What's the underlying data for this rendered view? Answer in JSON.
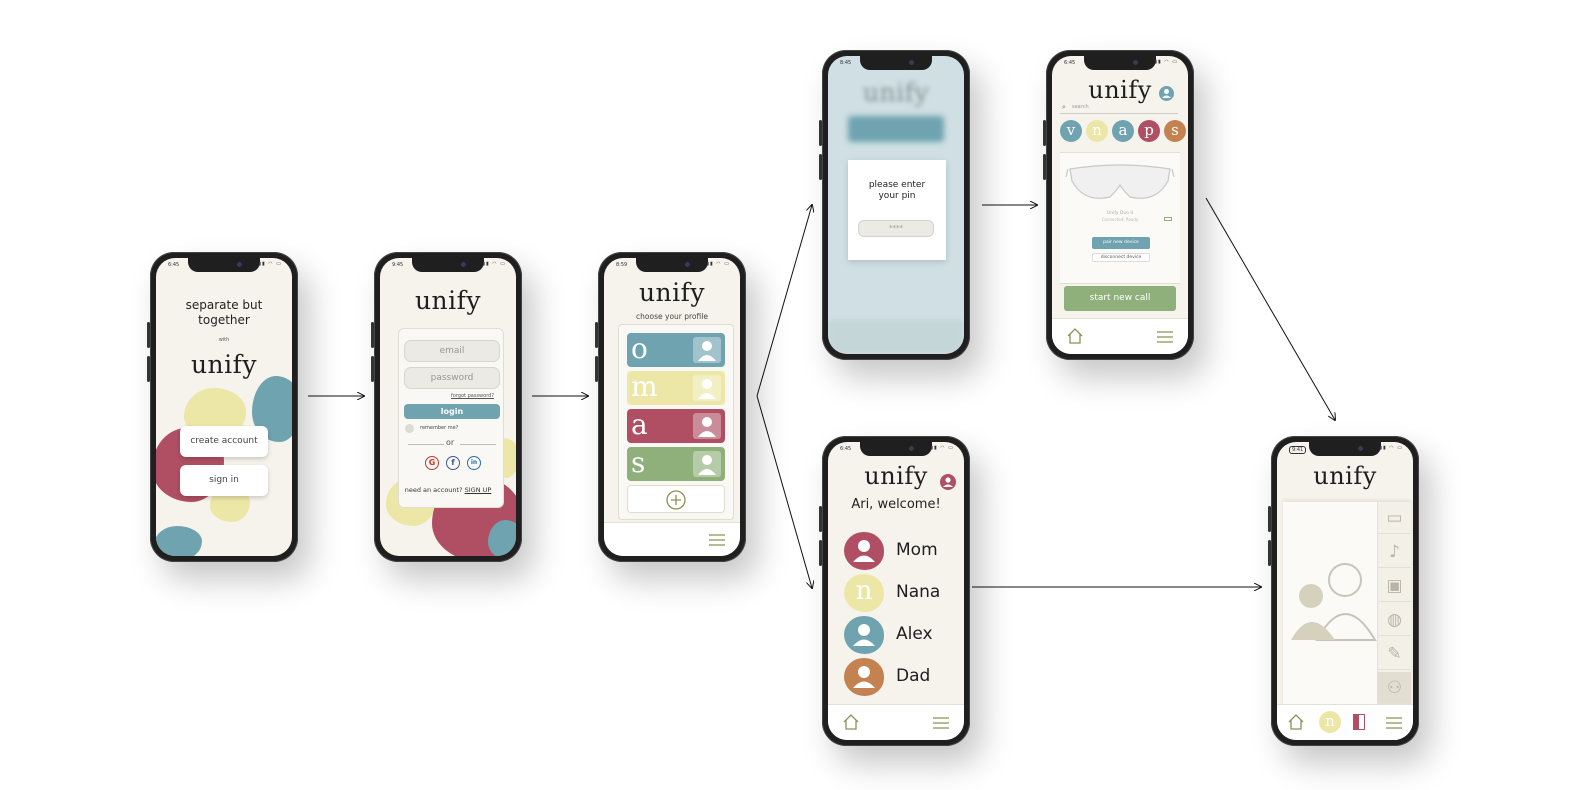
{
  "colors": {
    "teal": "#6fa3b0",
    "yellow": "#ece7a6",
    "rose": "#b04f63",
    "green": "#8fb07a",
    "orange": "#c3824f",
    "olive": "#8a9254",
    "cream": "#f6f3ec"
  },
  "status_times": [
    "6:45",
    "9:45",
    "8:59",
    "8:45",
    "6:45",
    "6:45",
    "9:41"
  ],
  "screen1": {
    "tagline": "separate but together",
    "with": "with",
    "logo": "unify",
    "create_account": "create account",
    "sign_in": "sign in"
  },
  "screen2": {
    "logo": "unify",
    "email_placeholder": "email",
    "password_placeholder": "password",
    "forgot": "forgot password?",
    "login": "login",
    "remember": "remember me?",
    "or": "or",
    "social": [
      "G",
      "f",
      "in"
    ],
    "signup_prompt": "need an account?",
    "signup_link": "SIGN UP"
  },
  "screen3": {
    "logo": "unify",
    "subtitle": "choose your profile",
    "profiles": [
      {
        "letter": "o",
        "color": "#6fa3b0"
      },
      {
        "letter": "m",
        "color": "#ece7a6"
      },
      {
        "letter": "a",
        "color": "#b04f63"
      },
      {
        "letter": "s",
        "color": "#8fb07a"
      }
    ],
    "add_icon": "plus-circle-icon",
    "menu_icon": "hamburger-icon"
  },
  "screen4": {
    "logo": "unify",
    "pin_prompt": "please enter your pin",
    "pin_placeholder": "****"
  },
  "screen5": {
    "logo": "unify",
    "search_placeholder": "search",
    "stories": [
      {
        "letter": "v",
        "color": "#6fa3b0"
      },
      {
        "letter": "n",
        "color": "#ece7a6"
      },
      {
        "letter": "a",
        "color": "#6fa3b0"
      },
      {
        "letter": "p",
        "color": "#b04f63"
      },
      {
        "letter": "s",
        "color": "#c3824f"
      }
    ],
    "device_name": "Unify Duo II",
    "device_status": "Connected: Ready",
    "pair_button": "pair new device",
    "disconnect_button": "disconnect device",
    "start_call": "start new call"
  },
  "screen6": {
    "logo": "unify",
    "welcome": "Ari, welcome!",
    "contacts": [
      {
        "name": "Mom",
        "color": "#b04f63",
        "initial": ""
      },
      {
        "name": "Nana",
        "color": "#ece7a6",
        "initial": "n"
      },
      {
        "name": "Alex",
        "color": "#6fa3b0",
        "initial": ""
      },
      {
        "name": "Dad",
        "color": "#c3824f",
        "initial": ""
      }
    ]
  },
  "screen7": {
    "logo": "unify",
    "side_icons": [
      "book-icon",
      "music-note-icon",
      "gift-box-icon",
      "baseball-icon",
      "paintbrush-icon",
      "people-icon"
    ],
    "nav_initial": "n"
  }
}
